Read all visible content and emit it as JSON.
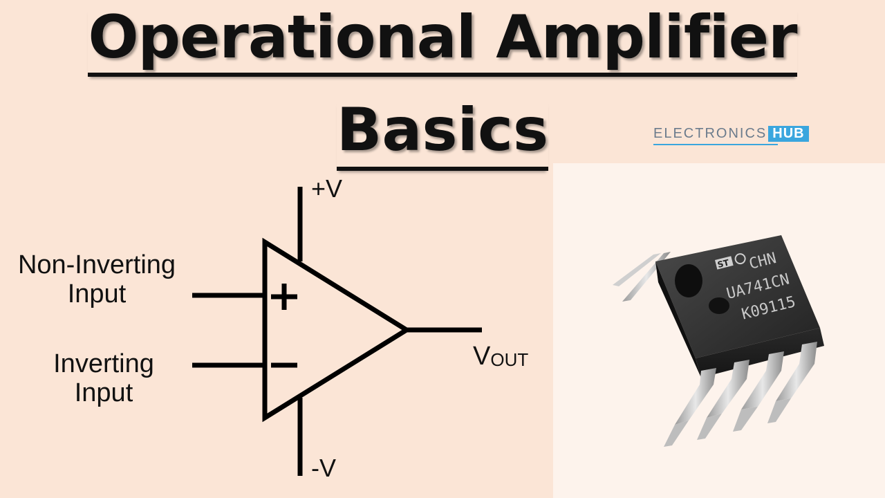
{
  "title": {
    "line1": "Operational Amplifier",
    "line2": "Basics"
  },
  "diagram": {
    "non_inverting_label": "Non-Inverting Input",
    "non_inverting_line1": "Non-Inverting",
    "non_inverting_line2": "Input",
    "inverting_line1": "Inverting",
    "inverting_line2": "Input",
    "positive_supply": "+V",
    "negative_supply": "-V",
    "output_main": "V",
    "output_sub": "OUT",
    "plus_sign": "+",
    "minus_sign": "−"
  },
  "brand": {
    "name": "ELECTRONICS",
    "badge": "HUB"
  },
  "chip": {
    "marking_line1": "CHN",
    "marking_line2": "UA741CN",
    "marking_line3": "K09115"
  }
}
